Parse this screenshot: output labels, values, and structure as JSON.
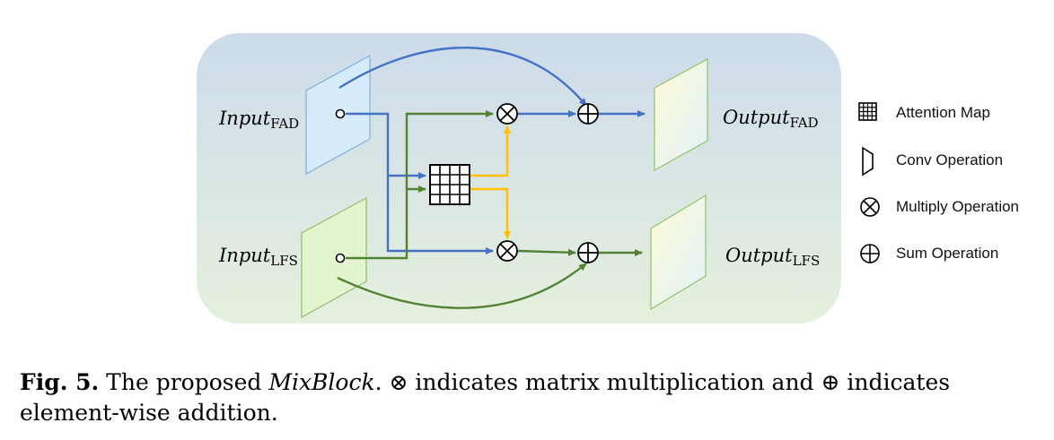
{
  "diagram": {
    "input_fad": {
      "main": "Input",
      "sub": "FAD"
    },
    "input_lfs": {
      "main": "Input",
      "sub": "LFS"
    },
    "output_fad": {
      "main": "Output",
      "sub": "FAD"
    },
    "output_lfs": {
      "main": "Output",
      "sub": "LFS"
    },
    "colors": {
      "fad_flow": "#4472c4",
      "lfs_flow": "#548235",
      "attention_flow": "#ffc000",
      "panel_top": "#cfdcec",
      "panel_bottom": "#e4efdc"
    }
  },
  "legend": {
    "items": [
      {
        "icon": "attention-map-icon",
        "label": "Attention Map"
      },
      {
        "icon": "conv-operation-icon",
        "label": "Conv Operation"
      },
      {
        "icon": "multiply-operation-icon",
        "label": "Multiply Operation"
      },
      {
        "icon": "sum-operation-icon",
        "label": "Sum Operation"
      }
    ]
  },
  "caption": {
    "fig_label": "Fig. 5.",
    "text_1": " The proposed ",
    "name": "MixBlock",
    "text_2": ". ⊗ indicates matrix multiplication and ⊕ indicates element-wise addition."
  }
}
